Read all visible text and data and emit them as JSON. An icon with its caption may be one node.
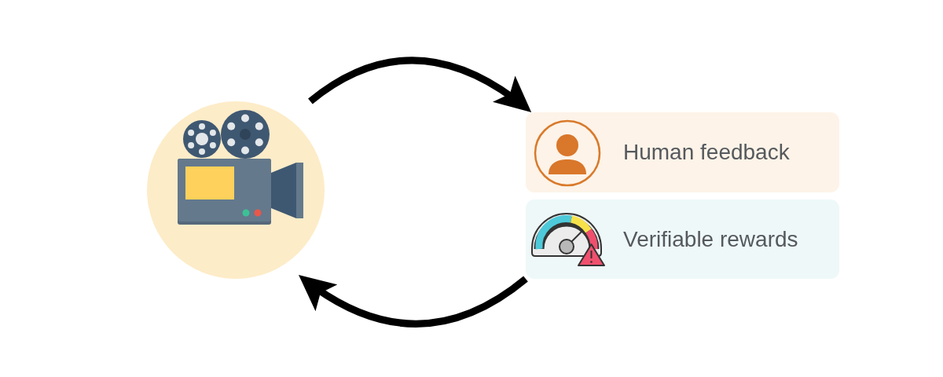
{
  "diagram": {
    "nodes": [
      {
        "text": [],
        "shape": "picture"
      },
      {
        "text": [
          "Human feedback"
        ]
      },
      {
        "text": [
          "Verifiable rewards"
        ]
      }
    ],
    "edges": [
      {
        "from": 0,
        "to": 1,
        "arrow": "to"
      },
      {
        "from": 2,
        "to": 0,
        "arrow": "to"
      }
    ]
  }
}
